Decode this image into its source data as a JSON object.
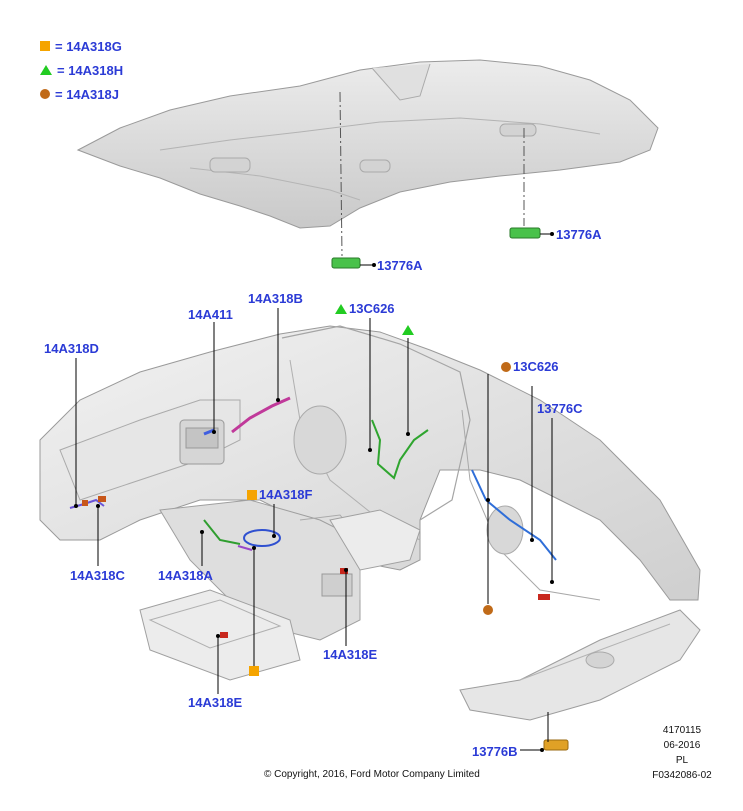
{
  "legend": [
    {
      "symbol": "square",
      "color": "#f5a400",
      "text": "= 14A318G"
    },
    {
      "symbol": "triangle",
      "color": "#22cc22",
      "text": "= 14A318H"
    },
    {
      "symbol": "circle",
      "color": "#c06a18",
      "text": "= 14A318J"
    }
  ],
  "callouts": {
    "headliner_left": "13776A",
    "headliner_right": "13776A",
    "dash_b": "14A318B",
    "dash_411": "14A411",
    "dash_d": "14A318D",
    "door_13c626_triangle": "13C626",
    "door_13c626_circle": "13C626",
    "door_13776c": "13776C",
    "console_f": "14A318F",
    "dash_c": "14A318C",
    "console_a": "14A318A",
    "seat_rear_e": "14A318E",
    "seat_front_e": "14A318E",
    "shelf_b": "13776B"
  },
  "info_block": {
    "line1": "4170115",
    "line2": "06-2016",
    "line3": "PL",
    "line4": "F0342086-02"
  },
  "copyright": "© Copyright, 2016, Ford Motor Company Limited"
}
